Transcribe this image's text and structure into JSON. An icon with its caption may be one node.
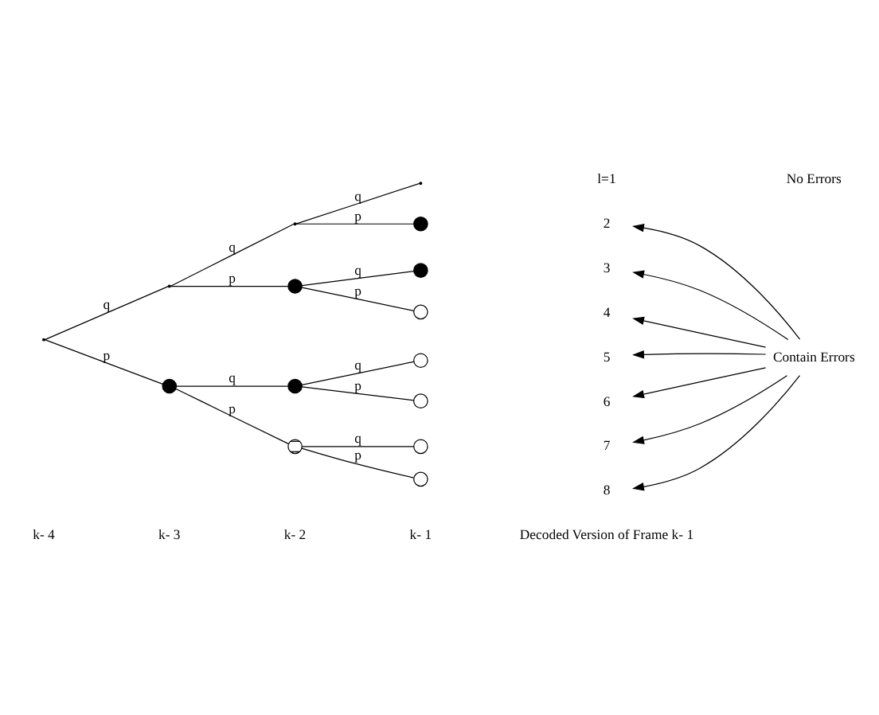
{
  "diagram": {
    "nodes": [
      {
        "text": [],
        "shape": "point"
      },
      {
        "text": [],
        "shape": "point"
      },
      {
        "text": [],
        "shape": "dot"
      },
      {
        "text": [],
        "shape": "point"
      },
      {
        "text": [],
        "shape": "dot"
      },
      {
        "text": [],
        "shape": "dot"
      },
      {
        "text": [],
        "shape": "crossed-circle"
      },
      {
        "text": [],
        "shape": "point"
      },
      {
        "text": [],
        "shape": "dot"
      },
      {
        "text": [],
        "shape": "dot"
      },
      {
        "text": [],
        "shape": "circle"
      },
      {
        "text": [],
        "shape": "circle"
      },
      {
        "text": [],
        "shape": "circle"
      },
      {
        "text": [],
        "shape": "circle"
      },
      {
        "text": [],
        "shape": "circle"
      },
      {
        "text": [
          "Contain Errors"
        ]
      },
      {
        "text": [
          "2"
        ]
      },
      {
        "text": [
          "3"
        ]
      },
      {
        "text": [
          "4"
        ]
      },
      {
        "text": [
          "5"
        ]
      },
      {
        "text": [
          "6"
        ]
      },
      {
        "text": [
          "7"
        ]
      },
      {
        "text": [
          "8"
        ]
      }
    ],
    "edges": [
      {
        "from": 0,
        "to": 1,
        "arrow": "none",
        "label": "q"
      },
      {
        "from": 0,
        "to": 2,
        "arrow": "none",
        "label": "p"
      },
      {
        "from": 1,
        "to": 3,
        "arrow": "none",
        "label": "q"
      },
      {
        "from": 1,
        "to": 4,
        "arrow": "none",
        "label": "p"
      },
      {
        "from": 2,
        "to": 5,
        "arrow": "none",
        "label": "q"
      },
      {
        "from": 2,
        "to": 6,
        "arrow": "none",
        "label": "p"
      },
      {
        "from": 3,
        "to": 7,
        "arrow": "none",
        "label": "q"
      },
      {
        "from": 3,
        "to": 8,
        "arrow": "none",
        "label": "p"
      },
      {
        "from": 4,
        "to": 9,
        "arrow": "none",
        "label": "q"
      },
      {
        "from": 4,
        "to": 10,
        "arrow": "none",
        "label": "p"
      },
      {
        "from": 5,
        "to": 11,
        "arrow": "none",
        "label": "q"
      },
      {
        "from": 5,
        "to": 12,
        "arrow": "none",
        "label": "p"
      },
      {
        "from": 6,
        "to": 13,
        "arrow": "none",
        "label": "q"
      },
      {
        "from": 6,
        "to": 14,
        "arrow": "none",
        "label": "p"
      },
      {
        "from": 15,
        "to": 16,
        "arrow": "to"
      },
      {
        "from": 15,
        "to": 17,
        "arrow": "to"
      },
      {
        "from": 15,
        "to": 18,
        "arrow": "to"
      },
      {
        "from": 15,
        "to": 19,
        "arrow": "to"
      },
      {
        "from": 15,
        "to": 20,
        "arrow": "to"
      },
      {
        "from": 15,
        "to": 21,
        "arrow": "to"
      },
      {
        "from": 15,
        "to": 22,
        "arrow": "to"
      }
    ],
    "labels": [
      "k- 4",
      "k- 3",
      "k- 2",
      "k- 1",
      "Decoded Version of Frame k- 1",
      "l=1",
      "No Errors"
    ]
  }
}
